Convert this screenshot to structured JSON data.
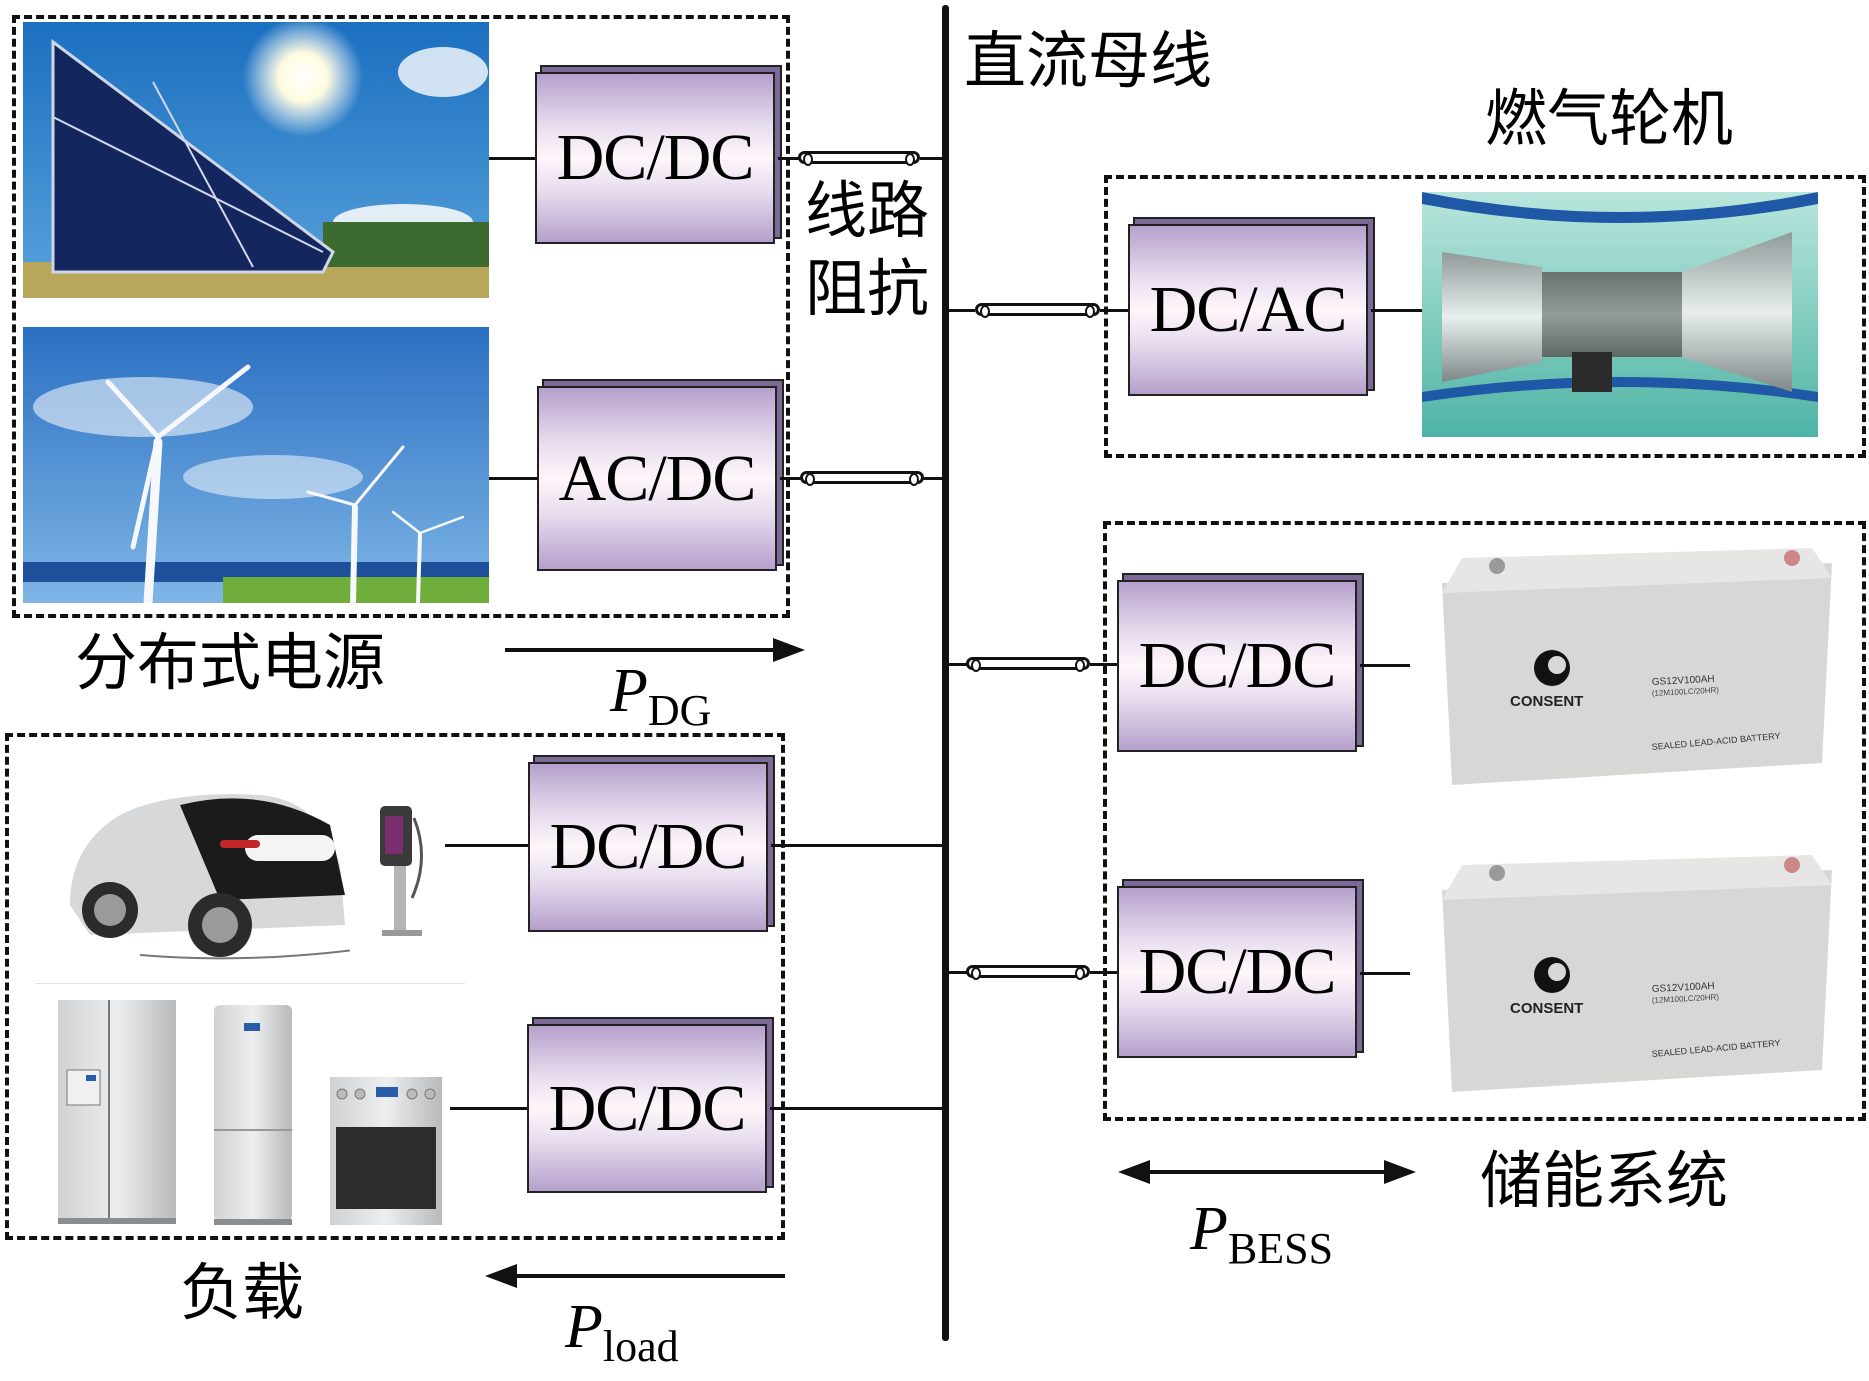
{
  "bus": {
    "label": "直流母线"
  },
  "line_impedance": {
    "label_line1": "线路",
    "label_line2": "阻抗"
  },
  "distributed_generation": {
    "label": "分布式电源",
    "pv_converter": "DC/DC",
    "wind_converter": "AC/DC",
    "power_symbol": "P",
    "power_subscript": "DG",
    "flow_direction": "right"
  },
  "load": {
    "label": "负载",
    "ev_converter": "DC/DC",
    "appliance_converter": "DC/DC",
    "power_symbol": "P",
    "power_subscript": "load",
    "flow_direction": "left"
  },
  "gas_turbine": {
    "label": "燃气轮机",
    "converter": "DC/AC"
  },
  "energy_storage": {
    "label": "储能系统",
    "battery1_converter": "DC/DC",
    "battery2_converter": "DC/DC",
    "power_symbol": "P",
    "power_subscript": "BESS",
    "flow_direction": "bidirectional",
    "battery_brand": "CONSENT",
    "battery_model": "GS12V100AH",
    "battery_model_sub": "(12M100LC/20HR)",
    "battery_desc": "SEALED LEAD-ACID BATTERY"
  },
  "colors": {
    "converter_fill_edge": "#b6a0cc",
    "converter_fill_center": "#fff6fb",
    "line": "#111111"
  }
}
